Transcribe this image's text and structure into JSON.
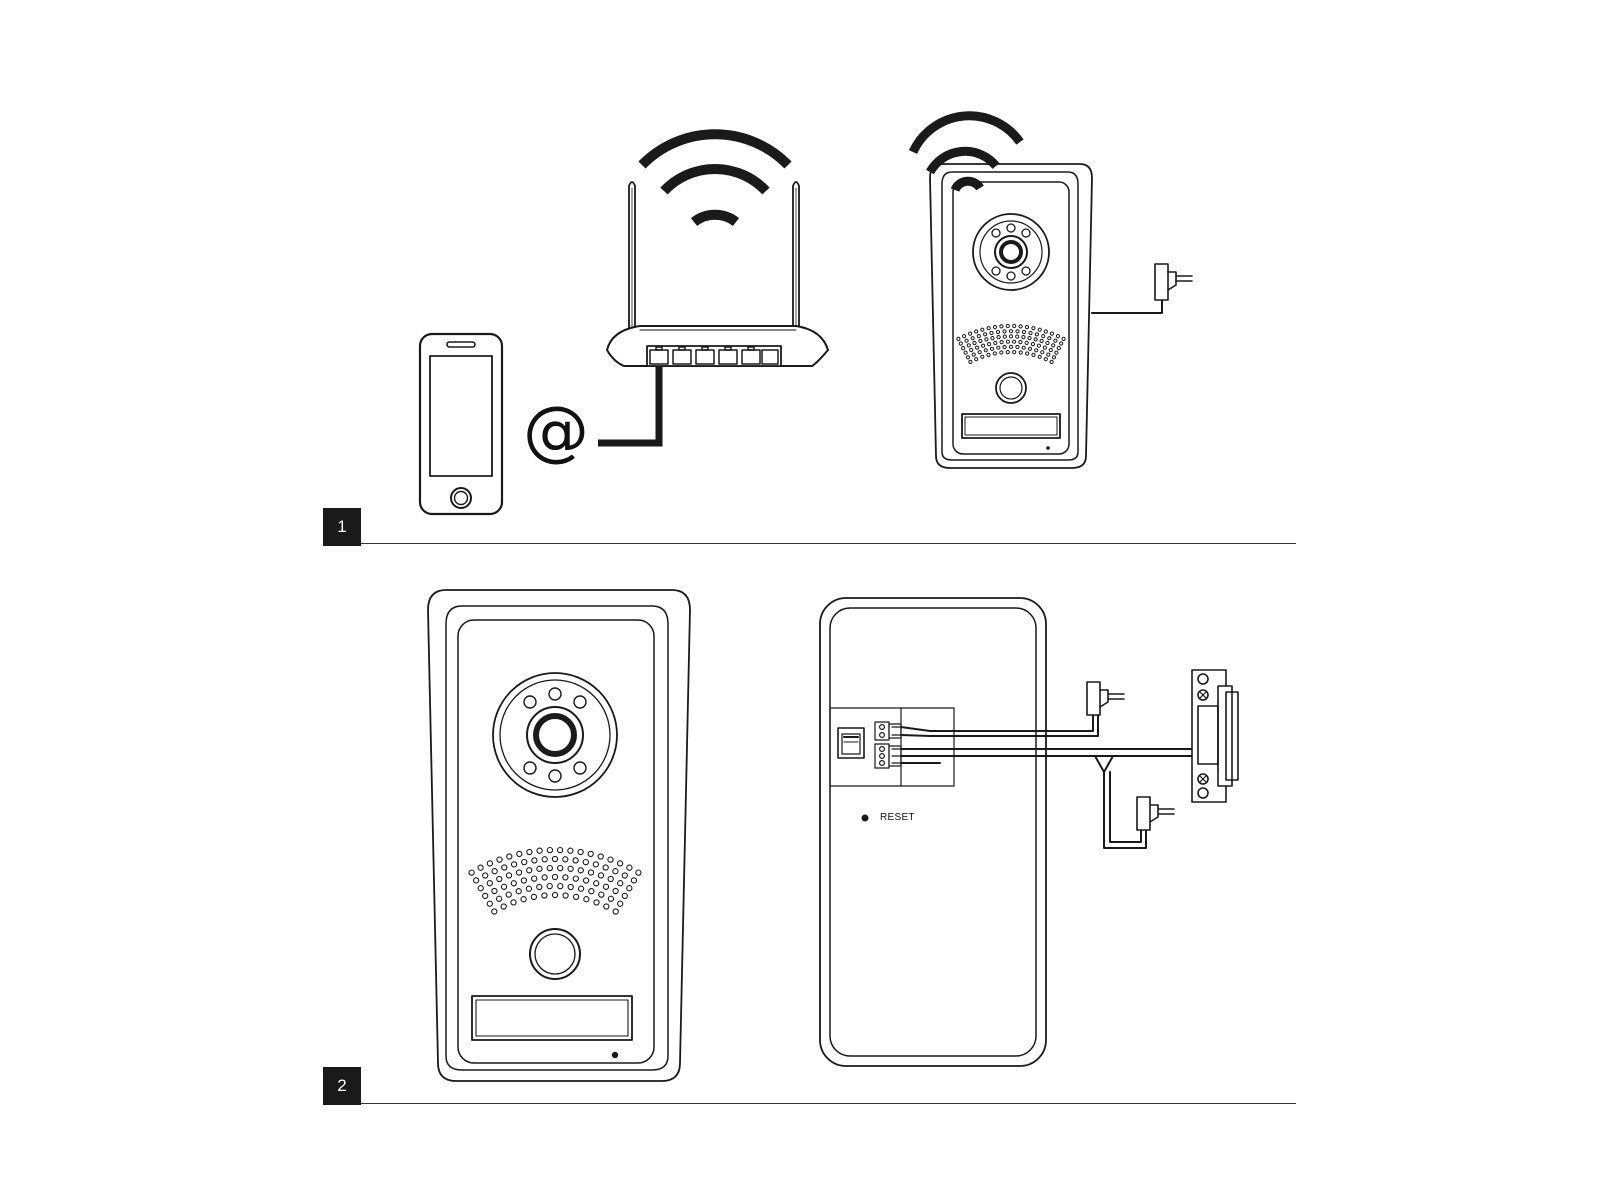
{
  "panels": [
    {
      "step_label": "1"
    },
    {
      "step_label": "2"
    }
  ],
  "internet_symbol": "@",
  "reset_label": "RESET",
  "colors": {
    "ink": "#1a1a1a",
    "paper": "#ffffff",
    "badge": "#1a1a1a"
  },
  "icons": [
    "smartphone-icon",
    "wifi-router-icon",
    "wifi-signal-icon",
    "doorbell-camera-icon",
    "power-adapter-icon",
    "ethernet-port-icon",
    "terminal-block-icon",
    "electric-door-strike-icon"
  ]
}
